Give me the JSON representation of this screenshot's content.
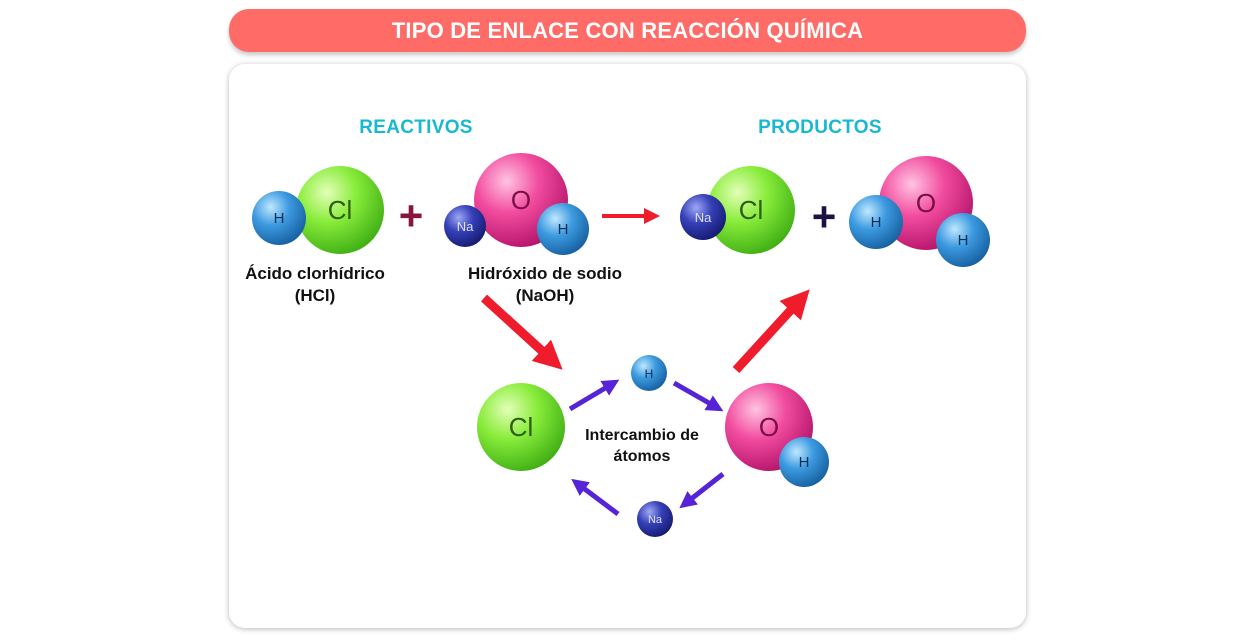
{
  "title": "TIPO DE ENLACE CON REACCIÓN QUÍMICA",
  "headings": {
    "reactants": "REACTIVOS",
    "products": "PRODUCTOS"
  },
  "operators": {
    "plus": "+"
  },
  "atoms": {
    "h": "H",
    "cl": "Cl",
    "na": "Na",
    "o": "O"
  },
  "labels": {
    "hcl_name": "Ácido clorhídrico",
    "hcl_formula": "(HCl)",
    "naoh_name": "Hidróxido de sodio",
    "naoh_formula": "(NaOH)",
    "exchange_line1": "Intercambio de",
    "exchange_line2": "átomos"
  },
  "colors": {
    "title_bg": "#ff6b66",
    "heading": "#1ab7d3",
    "chlorine": "#7ee83b",
    "oxygen": "#f1409a",
    "hydrogen": "#2a8fd8",
    "sodium": "#2833a8",
    "main_arrow": "#ef1c2c",
    "exchange_arrow": "#5624d6"
  }
}
